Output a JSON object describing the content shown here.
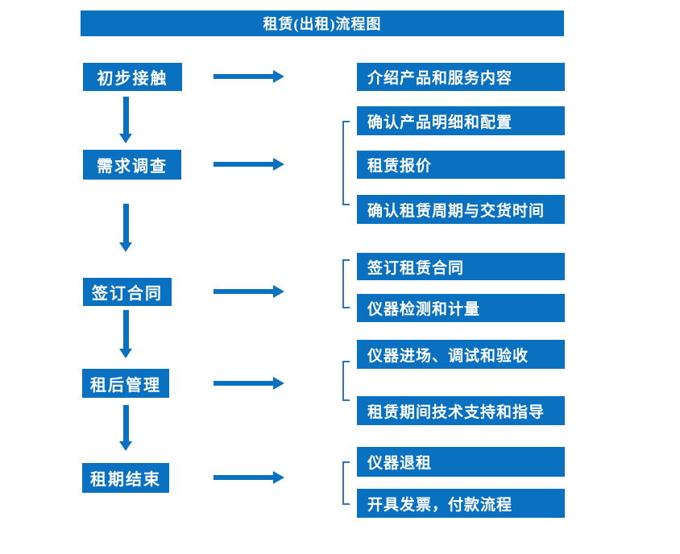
{
  "title": {
    "text": "租赁(出租)流程图"
  },
  "colors": {
    "primary_blue": "#0A70C0",
    "bracket_blue": "#2E75B6",
    "text_white": "#FFFFFF"
  },
  "stages": [
    {
      "label": "初步接触",
      "details": [
        "介绍产品和服务内容"
      ]
    },
    {
      "label": "需求调查",
      "details": [
        "确认产品明细和配置",
        "租赁报价",
        "确认租赁周期与交货时间"
      ]
    },
    {
      "label": "签订合同",
      "details": [
        "签订租赁合同",
        "仪器检测和计量"
      ]
    },
    {
      "label": "租后管理",
      "details": [
        "仪器进场、调试和验收",
        "租赁期间技术支持和指导"
      ]
    },
    {
      "label": "租期结束",
      "details": [
        "仪器退租",
        "开具发票，付款流程"
      ]
    }
  ]
}
